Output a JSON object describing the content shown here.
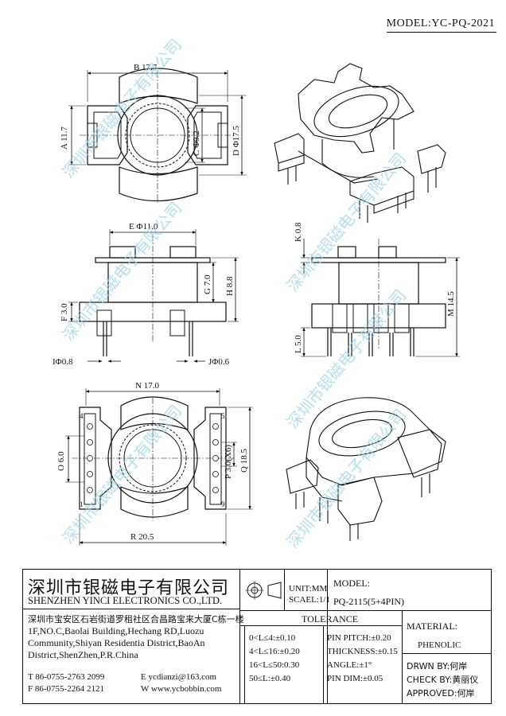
{
  "header": {
    "model": "MODEL:YC-PQ-2021"
  },
  "watermark": "深圳市银磁电子有限公司",
  "dimensions": {
    "b": "B 17.7",
    "a": "A 11.7",
    "c": "C Φ9.2",
    "d": "D Φ17.5",
    "e": "E Φ11.0",
    "f": "F 3.0",
    "g": "G 7.0",
    "h": "H 8.8",
    "k": "K 0.8",
    "m": "M 14.5",
    "l": "L 5.0",
    "i": "IΦ0.8",
    "j": "JΦ0.6",
    "n": "N 17.0",
    "o": "O 6.0",
    "p": "P 3.0(X6)",
    "q": "Q 18.5",
    "r": "R 20.5"
  },
  "pins": {
    "p4": "4",
    "p1": "1",
    "p5": "5",
    "p9": "9"
  },
  "title_block": {
    "company_cn": "深圳市银磁电子有限公司",
    "company_en": "SHENZHEN YINCI ELECTRONICS CO.,LTD.",
    "address_cn": "深圳市宝安区石岩街道罗租社区合昌路宝来大厦C栋一楼",
    "address_en_1": "1F,NO.C,Baolai Building,Hechang RD,Luozu",
    "address_en_2": "Community,Shiyan Residentia District,BaoAn",
    "address_en_3": "District,ShenZhen,P.R.China",
    "tel": "T 86-0755-2763 2099",
    "fax": "F 86-0755-2264 2121",
    "email": "E ycdianzi@163.com",
    "web": "W www.ycbobbin.com",
    "unit": "UNIT:MM",
    "scale": "SCAEL:1/1",
    "model_label": "MODEL:",
    "model_value": "PQ-2115(5+4PIN)",
    "tolerance_title": "TOLERANCE",
    "tol_1": "0<L≤4:±0.10",
    "tol_2": "4<L≤16:±0.20",
    "tol_3": "16<L≤50:0.30",
    "tol_4": "50≤L:±0.40",
    "pin_pitch": "PIN PITCH:±0.20",
    "thickness": "THICKNESS:±0.15",
    "angle": "ANGLE:±1°",
    "pin_dim": "PIN DIM:±0.05",
    "material_label": "MATERIAL:",
    "material_value": "PHENOLIC",
    "drawn_by": "DRWN BY:何岸",
    "check_by": "CHECK BY:黄丽仪",
    "approved": "APPROVED:何岸"
  }
}
